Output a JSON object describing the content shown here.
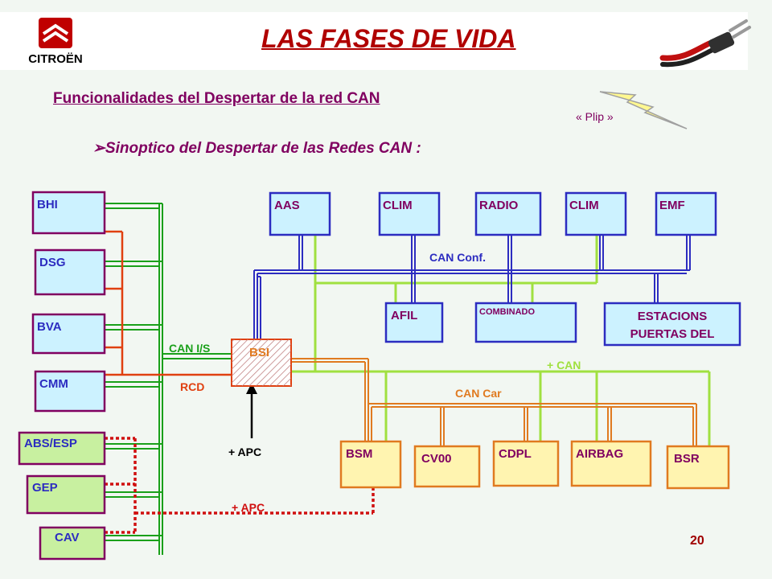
{
  "header": {
    "brand": "CITROËN",
    "title": "LAS FASES DE VIDA"
  },
  "subtitle": "Funcionalidades del Despertar de la red CAN",
  "section": {
    "bullet": "➢",
    "heading": "Sinoptico del Despertar de las Redes CAN :"
  },
  "plip": "« Plip »",
  "page_number": "20",
  "colors": {
    "can_is": "#1aa01a",
    "can_conf": "#2c2cc0",
    "can_car": "#e07a20",
    "rcd": "#e04010",
    "plus_can": "#a0e040",
    "apc": "#d01010",
    "box_purple": "#800060",
    "box_blue": "#2c2cc0",
    "box_orange": "#e07a20",
    "fill_white": "#ffffff",
    "fill_cyan": "#ccf2ff",
    "fill_green": "#c8f0a0",
    "fill_yellow": "#fff4b0"
  },
  "diagram": {
    "left_modules": {
      "bhi": "BHI",
      "dsg": "DSG",
      "bva": "BVA",
      "cmm": "CMM",
      "abs_esp": "ABS/ESP",
      "gep": "GEP",
      "cav": "CAV"
    },
    "conf_modules": {
      "aas": "AAS",
      "clim1": "CLIM",
      "radio": "RADIO",
      "clim2": "CLIM",
      "emf": "EMF",
      "afil": "AFIL",
      "combinado": "COMBINADO",
      "estacions_line1": "ESTACIONS",
      "estacions_line2": "PUERTAS DEL"
    },
    "car_modules": {
      "bsm": "BSM",
      "cv00": "CV00",
      "cdpl": "CDPL",
      "airbag": "AIRBAG",
      "bsr": "BSR"
    },
    "bsi": "BSI",
    "labels": {
      "can_conf": "CAN Conf.",
      "can_is": "CAN I/S",
      "rcd": "RCD",
      "plus_can": "+ CAN",
      "can_car": "CAN Car",
      "apc_arrow": "+ APC",
      "apc_line": "+ APC"
    }
  }
}
